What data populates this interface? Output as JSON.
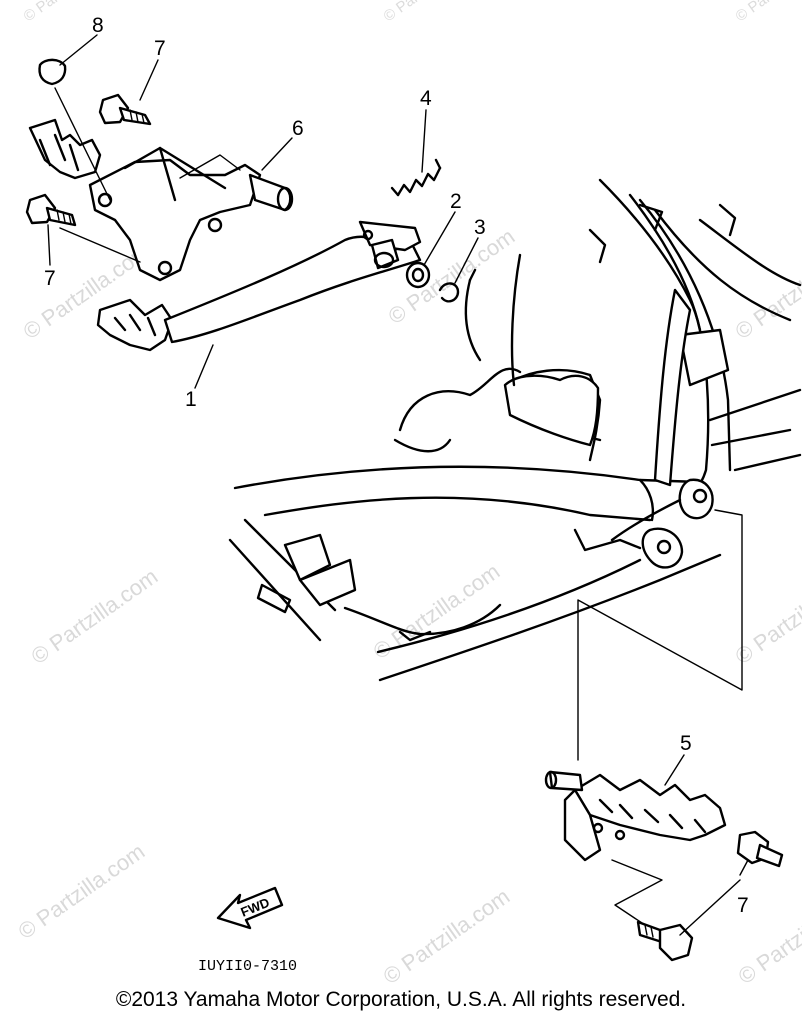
{
  "callouts": [
    "8",
    "7",
    "6",
    "4",
    "2",
    "3",
    "7",
    "1",
    "5",
    "7"
  ],
  "watermark_text": "© Partzilla.com",
  "watermark_small": "© Partz",
  "fwd_label": "FWD",
  "diagram_code": "IUYII0-7310",
  "copyright": "©2013 Yamaha Motor Corporation, U.S.A. All rights reserved."
}
